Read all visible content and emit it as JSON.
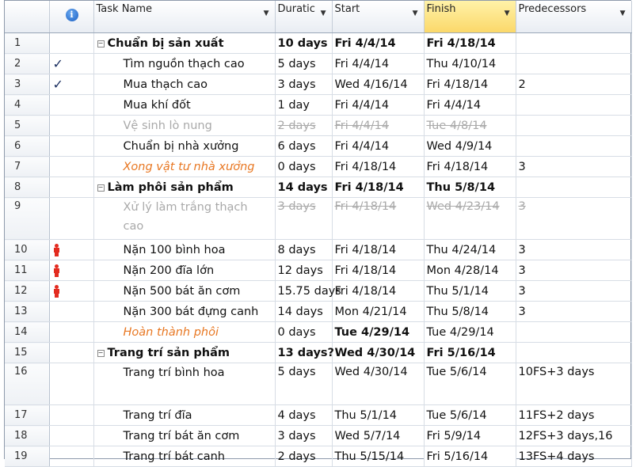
{
  "columns": {
    "row_id": "",
    "indicators": "info-icon",
    "task_name": "Task Name",
    "duration": "Duratic",
    "start": "Start",
    "finish": "Finish",
    "predecessors": "Predecessors"
  },
  "rows": [
    {
      "id": "1",
      "indicator": "",
      "name": "Chuẩn bị sản xuất",
      "duration": "10 days",
      "start": "Fri 4/4/14",
      "finish": "Fri 4/18/14",
      "pred": ""
    },
    {
      "id": "2",
      "indicator": "check-icon",
      "name": "Tìm nguồn thạch cao",
      "duration": "5 days",
      "start": "Fri 4/4/14",
      "finish": "Thu 4/10/14",
      "pred": ""
    },
    {
      "id": "3",
      "indicator": "check-icon",
      "name": "Mua thạch cao",
      "duration": "3 days",
      "start": "Wed 4/16/14",
      "finish": "Fri 4/18/14",
      "pred": "2"
    },
    {
      "id": "4",
      "indicator": "",
      "name": "Mua khí đốt",
      "duration": "1 day",
      "start": "Fri 4/4/14",
      "finish": "Fri 4/4/14",
      "pred": ""
    },
    {
      "id": "5",
      "indicator": "",
      "name": "Vệ sinh lò nung",
      "duration": "2 days",
      "start": "Fri 4/4/14",
      "finish": "Tue 4/8/14",
      "pred": ""
    },
    {
      "id": "6",
      "indicator": "",
      "name": "Chuẩn bị nhà xưởng",
      "duration": "6 days",
      "start": "Fri 4/4/14",
      "finish": "Wed 4/9/14",
      "pred": ""
    },
    {
      "id": "7",
      "indicator": "",
      "name": "Xong vật tư nhà xưởng",
      "duration": "0 days",
      "start": "Fri 4/18/14",
      "finish": "Fri 4/18/14",
      "pred": "3"
    },
    {
      "id": "8",
      "indicator": "",
      "name": "Làm phôi sản phẩm",
      "duration": "14 days",
      "start": "Fri 4/18/14",
      "finish": "Thu 5/8/14",
      "pred": ""
    },
    {
      "id": "9",
      "indicator": "",
      "name": "Xử lý làm trắng thạch cao",
      "duration": "3 days",
      "start": "Fri 4/18/14",
      "finish": "Wed 4/23/14",
      "pred": "3"
    },
    {
      "id": "10",
      "indicator": "resource-icon",
      "name": "Nặn 100 bình hoa",
      "duration": "8 days",
      "start": "Fri 4/18/14",
      "finish": "Thu 4/24/14",
      "pred": "3"
    },
    {
      "id": "11",
      "indicator": "resource-icon",
      "name": "Nặn 200 đĩa lớn",
      "duration": "12 days",
      "start": "Fri 4/18/14",
      "finish": "Mon 4/28/14",
      "pred": "3"
    },
    {
      "id": "12",
      "indicator": "resource-icon",
      "name": "Nặn 500 bát ăn cơm",
      "duration": "15.75 days",
      "start": "Fri 4/18/14",
      "finish": "Thu 5/1/14",
      "pred": "3"
    },
    {
      "id": "13",
      "indicator": "",
      "name": "Nặn 300 bát đựng canh",
      "duration": "14 days",
      "start": "Mon 4/21/14",
      "finish": "Thu 5/8/14",
      "pred": "3"
    },
    {
      "id": "14",
      "indicator": "",
      "name": "Hoàn thành phôi",
      "duration": "0 days",
      "start": "Tue 4/29/14",
      "finish": "Tue 4/29/14",
      "pred": ""
    },
    {
      "id": "15",
      "indicator": "",
      "name": "Trang trí sản phẩm",
      "duration": "13 days?",
      "start": "Wed 4/30/14",
      "finish": "Fri 5/16/14",
      "pred": ""
    },
    {
      "id": "16",
      "indicator": "",
      "name": "Trang trí bình hoa",
      "duration": "5 days",
      "start": "Wed 4/30/14",
      "finish": "Tue 5/6/14",
      "pred": "10FS+3 days"
    },
    {
      "id": "17",
      "indicator": "",
      "name": "Trang trí đĩa",
      "duration": "4 days",
      "start": "Thu 5/1/14",
      "finish": "Tue 5/6/14",
      "pred": "11FS+2 days"
    },
    {
      "id": "18",
      "indicator": "",
      "name": "Trang trí bát ăn cơm",
      "duration": "3 days",
      "start": "Wed 5/7/14",
      "finish": "Fri 5/9/14",
      "pred": "12FS+3 days,16"
    },
    {
      "id": "19",
      "indicator": "",
      "name": "Trang trí bát canh",
      "duration": "2 days",
      "start": "Thu 5/15/14",
      "finish": "Fri 5/16/14",
      "pred": "13FS+4 days"
    }
  ],
  "colors": {
    "milestone_text": "#e87722",
    "inactive_text": "#a9a9a9",
    "header_highlight": "#fbd86a",
    "resource_icon": "#e32b1f"
  }
}
